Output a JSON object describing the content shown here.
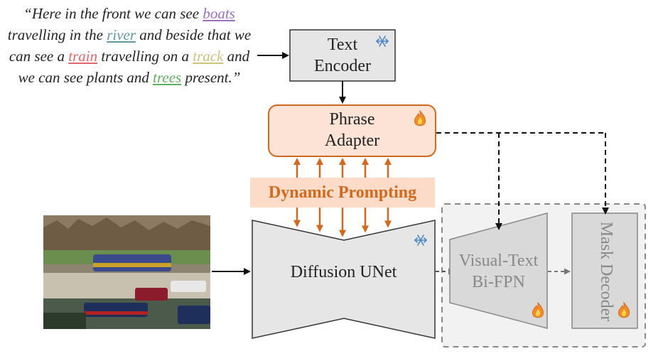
{
  "caption": {
    "segments": [
      {
        "text": "“Here in the front we can see ",
        "highlight": false
      },
      {
        "text": "boats",
        "highlight": true,
        "color": "#9b6fc2"
      },
      {
        "text": " travelling in the ",
        "highlight": false
      },
      {
        "text": "river",
        "highlight": true,
        "color": "#5e9aa0"
      },
      {
        "text": " and beside that we can see a ",
        "highlight": false
      },
      {
        "text": "train",
        "highlight": true,
        "color": "#e06868"
      },
      {
        "text": " travelling on a ",
        "highlight": false
      },
      {
        "text": "track",
        "highlight": true,
        "color": "#c9c27a"
      },
      {
        "text": " and we can see plants and ",
        "highlight": false
      },
      {
        "text": "trees",
        "highlight": true,
        "color": "#5fae5f"
      },
      {
        "text": " present.”",
        "highlight": false
      }
    ]
  },
  "text_encoder": {
    "line1": "Text",
    "line2": "Encoder",
    "icon": "snowflake-icon"
  },
  "phrase_adapter": {
    "line1": "Phrase",
    "line2": "Adapter",
    "icon": "fire-icon"
  },
  "dynamic_prompting": {
    "label": "Dynamic Prompting"
  },
  "diffusion_unet": {
    "label": "Diffusion UNet",
    "icon": "snowflake-icon"
  },
  "visual_text_bifpn": {
    "line1": "Visual-Text",
    "line2": "Bi-FPN",
    "icon": "fire-icon"
  },
  "mask_decoder": {
    "line1": "Mask",
    "line2": "Decoder",
    "icon": "fire-icon"
  },
  "colors": {
    "accent_orange": "#d2691e",
    "adapter_fill": "#fde3d6",
    "prompting_band": "#fcdcc8",
    "frozen_gray": "#e6e6e6",
    "trainable_gray": "#d9d9d9",
    "snowflake": "#4f86c6"
  }
}
